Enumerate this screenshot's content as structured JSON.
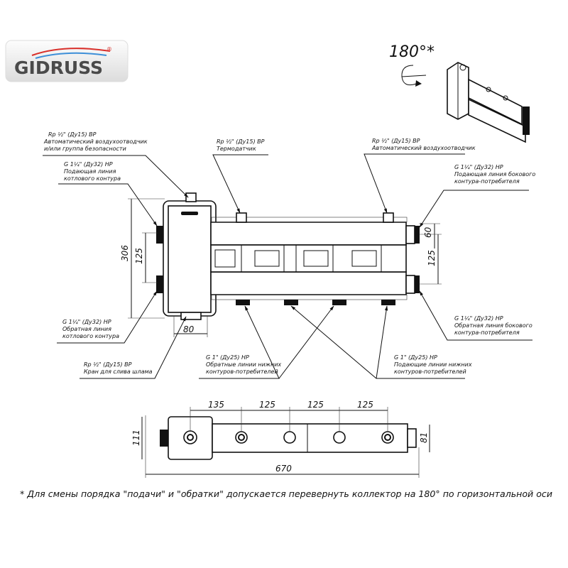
{
  "logo": {
    "text": "GIDRUSS",
    "registered": "®"
  },
  "rotation": {
    "label": "180°*"
  },
  "callouts": {
    "air_vent_left": {
      "spec": "Rp ½\" (Ду15) ВР",
      "line1": "Автоматический воздухоотводчик",
      "line2": "и/или группа безопасности"
    },
    "thermo": {
      "spec": "Rp ½\" (Ду15) ВР",
      "line1": "Термодатчик"
    },
    "air_vent_right": {
      "spec": "Rp ½\" (Ду15) ВР",
      "line1": "Автоматический воздухоотводчик"
    },
    "boiler_supply": {
      "spec": "G 1¼\" (Ду32) НР",
      "line1": "Подающая линия",
      "line2": "котлового контура"
    },
    "side_supply": {
      "spec": "G 1¼\" (Ду32) НР",
      "line1": "Подающая линия бокового",
      "line2": "контура-потребителя"
    },
    "boiler_return": {
      "spec": "G 1¼\" (Ду32) НР",
      "line1": "Обратная линия",
      "line2": "котлового контура"
    },
    "side_return": {
      "spec": "G 1¼\" (Ду32) НР",
      "line1": "Обратная линия бокового",
      "line2": "контура-потребителя"
    },
    "drain": {
      "spec": "Rp ½\" (Ду15) ВР",
      "line1": "Кран для слива шлама"
    },
    "lower_returns": {
      "spec": "G 1\" (Ду25) НР",
      "line1": "Обратные линии нижних",
      "line2": "контуров-потребителей"
    },
    "lower_supplies": {
      "spec": "G 1\" (Ду25) НР",
      "line1": "Подающие линии нижних",
      "line2": "контуров-потребителей"
    }
  },
  "dimensions": {
    "height_total": "306",
    "left_spacing": "125",
    "right_top": "60",
    "right_spacing": "125",
    "separator_width": "80",
    "bottom_first": "135",
    "bottom_2": "125",
    "bottom_3": "125",
    "bottom_4": "125",
    "length_total": "670",
    "left_height": "111",
    "right_height": "81"
  },
  "footnote": "* Для смены порядка \"подачи\" и \"обратки\" допускается перевернуть коллектор на 180° по горизонтальной оси",
  "colors": {
    "logo_text": "#4a4a4a",
    "wave_red": "#d9302b",
    "wave_blue": "#3d8fd8"
  }
}
